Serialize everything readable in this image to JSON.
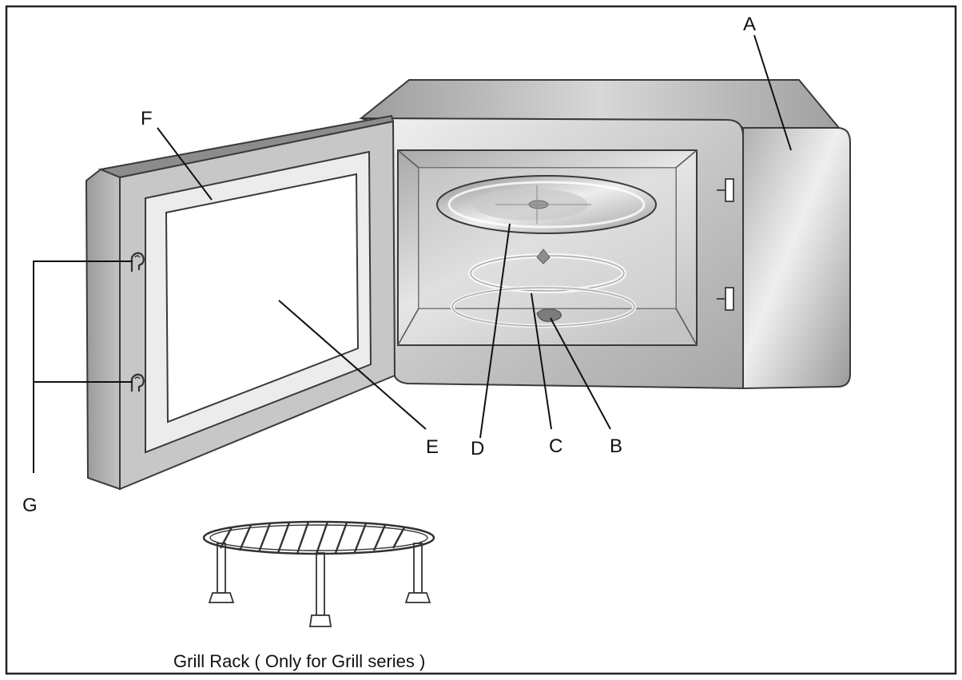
{
  "diagram": {
    "callouts": {
      "a": "A",
      "b": "B",
      "c": "C",
      "d": "D",
      "e": "E",
      "f": "F",
      "g": "G"
    },
    "caption": "Grill Rack ( Only for Grill series )"
  },
  "colors": {
    "frame": "#222222",
    "outline": "#3a3a3a",
    "metal_light": "#e4e4e4",
    "metal_mid": "#b9b9b9",
    "metal_dark": "#7d7d7d"
  }
}
